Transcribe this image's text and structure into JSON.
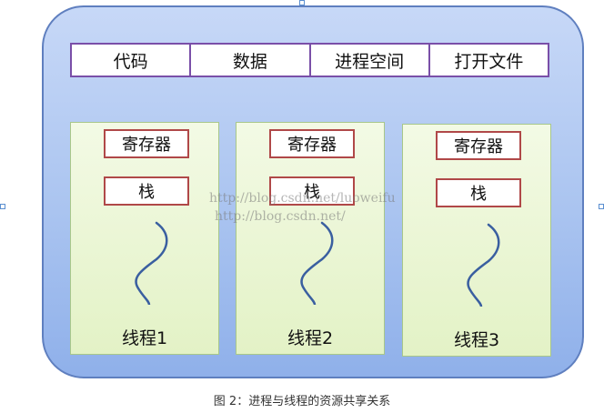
{
  "shared_resources": [
    "代码",
    "数据",
    "进程空间",
    "打开文件"
  ],
  "threads": [
    {
      "register": "寄存器",
      "stack": "栈",
      "label": "线程1"
    },
    {
      "register": "寄存器",
      "stack": "栈",
      "label": "线程2"
    },
    {
      "register": "寄存器",
      "stack": "栈",
      "label": "线程3"
    }
  ],
  "watermark": [
    "http://blog.csdn.net/luoweifu",
    "http://blog.csdn.net/"
  ],
  "caption": "图 2：进程与线程的资源共享关系",
  "colors": {
    "process_fill": "#aac4f0",
    "process_border": "#5f7fbf",
    "shared_border": "#7a4fa8",
    "thread_fill": "#e3f2c6",
    "box_border": "#b04848",
    "squiggle": "#3a5fa0"
  }
}
